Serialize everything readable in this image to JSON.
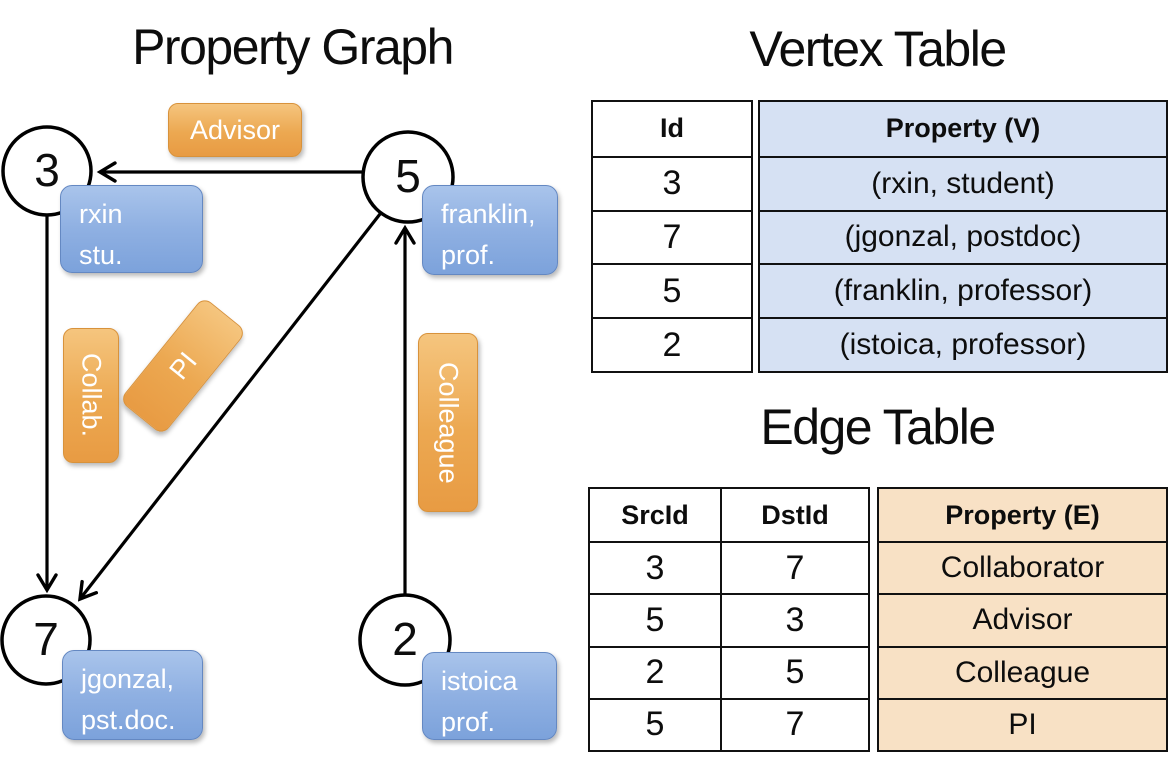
{
  "titles": {
    "graph": "Property Graph",
    "vertex": "Vertex Table",
    "edge": "Edge Table"
  },
  "graph": {
    "nodes": {
      "n3": {
        "id": "3",
        "line1": "rxin",
        "line2": "stu."
      },
      "n5": {
        "id": "5",
        "line1": "franklin,",
        "line2": "prof."
      },
      "n7": {
        "id": "7",
        "line1": "jgonzal,",
        "line2": "pst.doc."
      },
      "n2": {
        "id": "2",
        "line1": "istoica",
        "line2": "prof."
      }
    },
    "edge_labels": {
      "advisor": "Advisor",
      "collab": "Collab.",
      "pi": "PI",
      "colleague": "Colleague"
    }
  },
  "vertex_table": {
    "headers": {
      "id": "Id",
      "property": "Property (V)"
    },
    "rows": [
      {
        "id": "3",
        "property": "(rxin, student)"
      },
      {
        "id": "7",
        "property": "(jgonzal, postdoc)"
      },
      {
        "id": "5",
        "property": "(franklin, professor)"
      },
      {
        "id": "2",
        "property": "(istoica, professor)"
      }
    ]
  },
  "edge_table": {
    "headers": {
      "src": "SrcId",
      "dst": "DstId",
      "property": "Property (E)"
    },
    "rows": [
      {
        "src": "3",
        "dst": "7",
        "property": "Collaborator"
      },
      {
        "src": "5",
        "dst": "3",
        "property": "Advisor"
      },
      {
        "src": "2",
        "dst": "5",
        "property": "Colleague"
      },
      {
        "src": "5",
        "dst": "7",
        "property": "PI"
      }
    ]
  },
  "colors": {
    "edge_label_fill_top": "#f5c57e",
    "edge_label_fill_bottom": "#e89b43",
    "node_label_fill_top": "#a9c4eb",
    "node_label_fill_bottom": "#7ca2db",
    "vertex_property_fill": "#d6e1f3",
    "edge_property_fill": "#f8e1c5",
    "line": "#000000"
  }
}
